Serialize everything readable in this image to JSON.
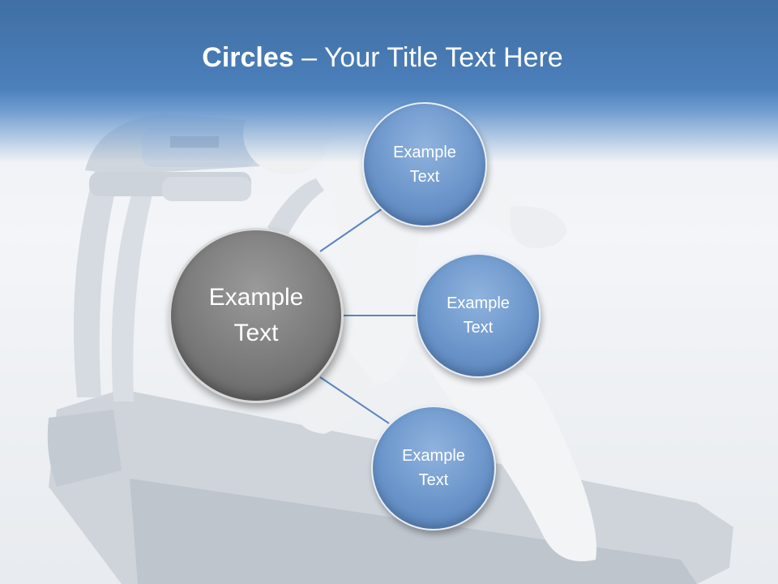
{
  "slide": {
    "title_bold": "Circles",
    "title_rest": " – Your Title Text Here"
  },
  "diagram": {
    "center": {
      "label_line1": "Example",
      "label_line2": "Text",
      "color": "#7a7a7a"
    },
    "nodes": [
      {
        "label_line1": "Example",
        "label_line2": "Text",
        "color": "#6b95ca"
      },
      {
        "label_line1": "Example",
        "label_line2": "Text",
        "color": "#6b95ca"
      },
      {
        "label_line1": "Example",
        "label_line2": "Text",
        "color": "#6b95ca"
      }
    ],
    "connector_color": "#5b86bf"
  },
  "colors": {
    "header": "#4c80bb",
    "background": "#eef1f5"
  }
}
